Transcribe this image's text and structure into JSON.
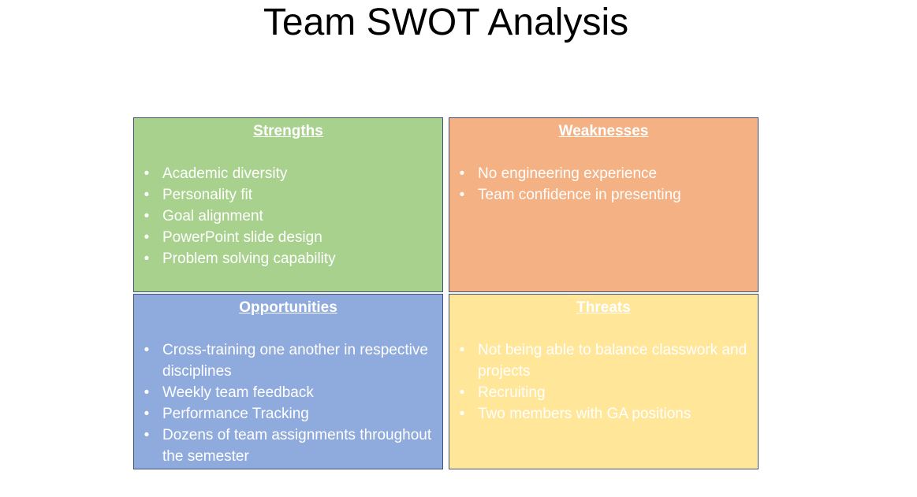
{
  "title": "Team SWOT Analysis",
  "colors": {
    "strengths": "#a9d18e",
    "weaknesses": "#f4b183",
    "opportunities": "#8faadc",
    "threats": "#ffe699",
    "border": "#41527a",
    "text": "#ffffff"
  },
  "quadrants": {
    "strengths": {
      "heading": "Strengths",
      "items": [
        "Academic diversity",
        "Personality fit",
        "Goal alignment",
        "PowerPoint slide design",
        "Problem solving capability"
      ]
    },
    "weaknesses": {
      "heading": "Weaknesses",
      "items": [
        "No engineering experience",
        "Team confidence in presenting"
      ]
    },
    "opportunities": {
      "heading": "Opportunities",
      "items": [
        "Cross-training one another in respective disciplines",
        "Weekly team feedback",
        "Performance Tracking",
        "Dozens of team assignments throughout the semester"
      ]
    },
    "threats": {
      "heading": "Threats",
      "items": [
        "Not being able to balance classwork and projects",
        "Recruiting",
        "Two members with GA positions"
      ]
    }
  }
}
